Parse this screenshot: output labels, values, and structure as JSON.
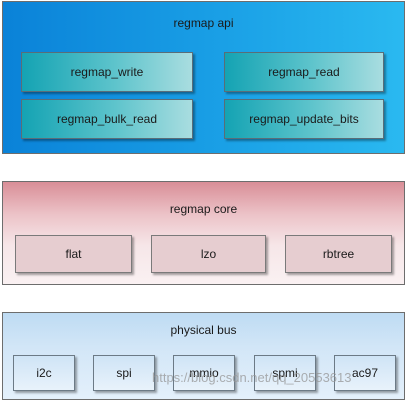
{
  "regmap_api": {
    "title": "regmap api",
    "functions": [
      "regmap_write",
      "regmap_read",
      "regmap_bulk_read",
      "regmap_update_bits"
    ]
  },
  "regmap_core": {
    "title": "regmap core",
    "caches": [
      "flat",
      "lzo",
      "rbtree"
    ]
  },
  "physical_bus": {
    "title": "physical  bus",
    "buses": [
      "i2c",
      "spi",
      "mmio",
      "spmi",
      "ac97"
    ]
  },
  "watermark": "https://blog.csdn.net/qq_20553613",
  "colors": {
    "api_layer": "#1aa0e6",
    "api_box": "#5ec4cc",
    "core_layer": "#ecc3c8",
    "core_box": "#e6cdd0",
    "bus_layer": "#d2e6f7",
    "bus_box": "#e8f2fb"
  }
}
